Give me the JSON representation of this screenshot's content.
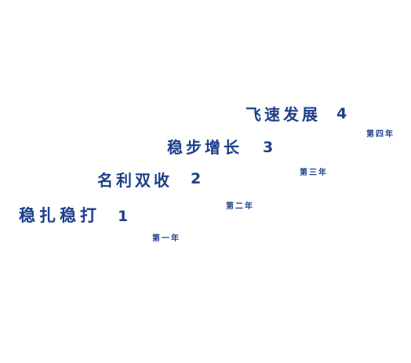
{
  "accent_color": "#1d3f8a",
  "steps": [
    {
      "title": "稳扎稳打",
      "number": "1",
      "year": "第一年"
    },
    {
      "title": "名利双收",
      "number": "2",
      "year": "第二年"
    },
    {
      "title": "稳步增长",
      "number": "3",
      "year": "第三年"
    },
    {
      "title": "飞速发展",
      "number": "4",
      "year": "第四年"
    }
  ]
}
